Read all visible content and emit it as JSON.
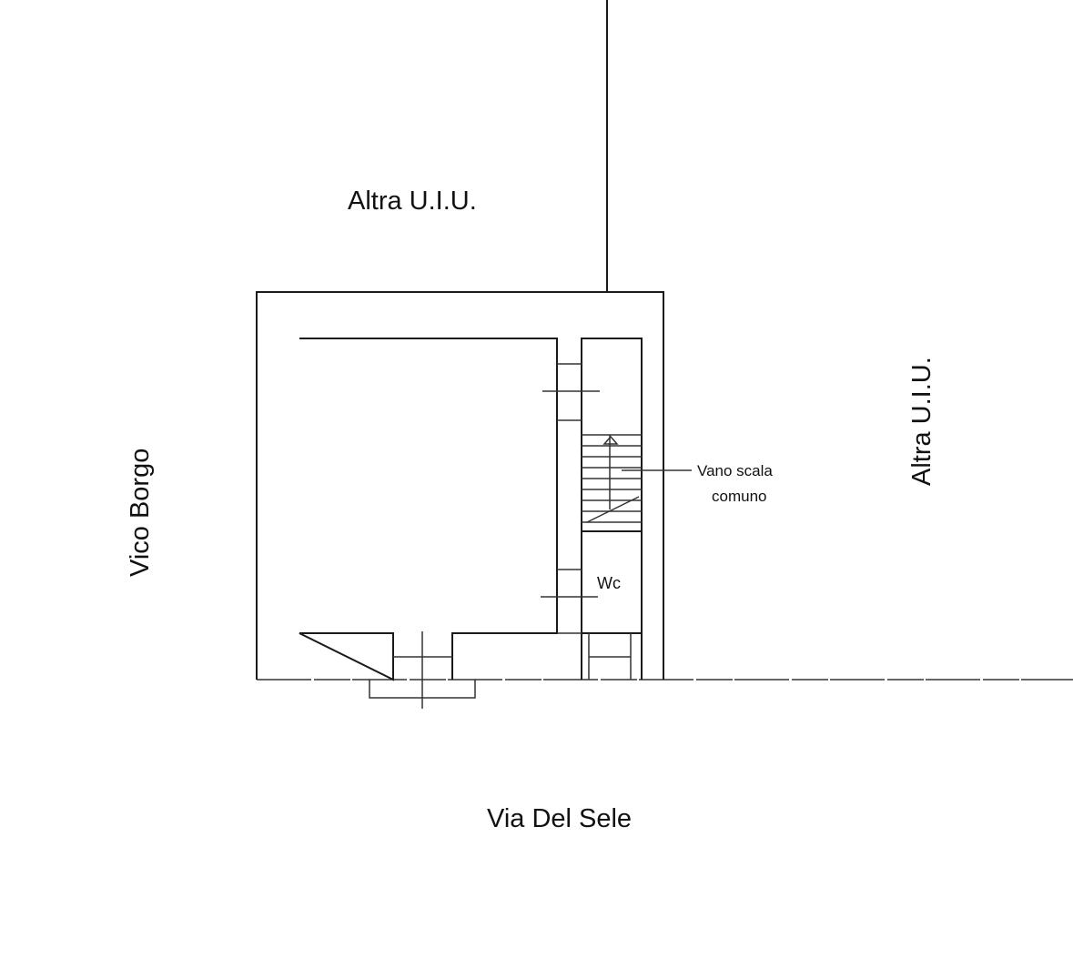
{
  "labels": {
    "north": "Altra U.I.U.",
    "east": "Altra U.I.U.",
    "west": "Vico Borgo",
    "south": "Via Del Sele",
    "stair_line1": "Vano scala",
    "stair_line2": "comuno",
    "wc": "Wc"
  }
}
